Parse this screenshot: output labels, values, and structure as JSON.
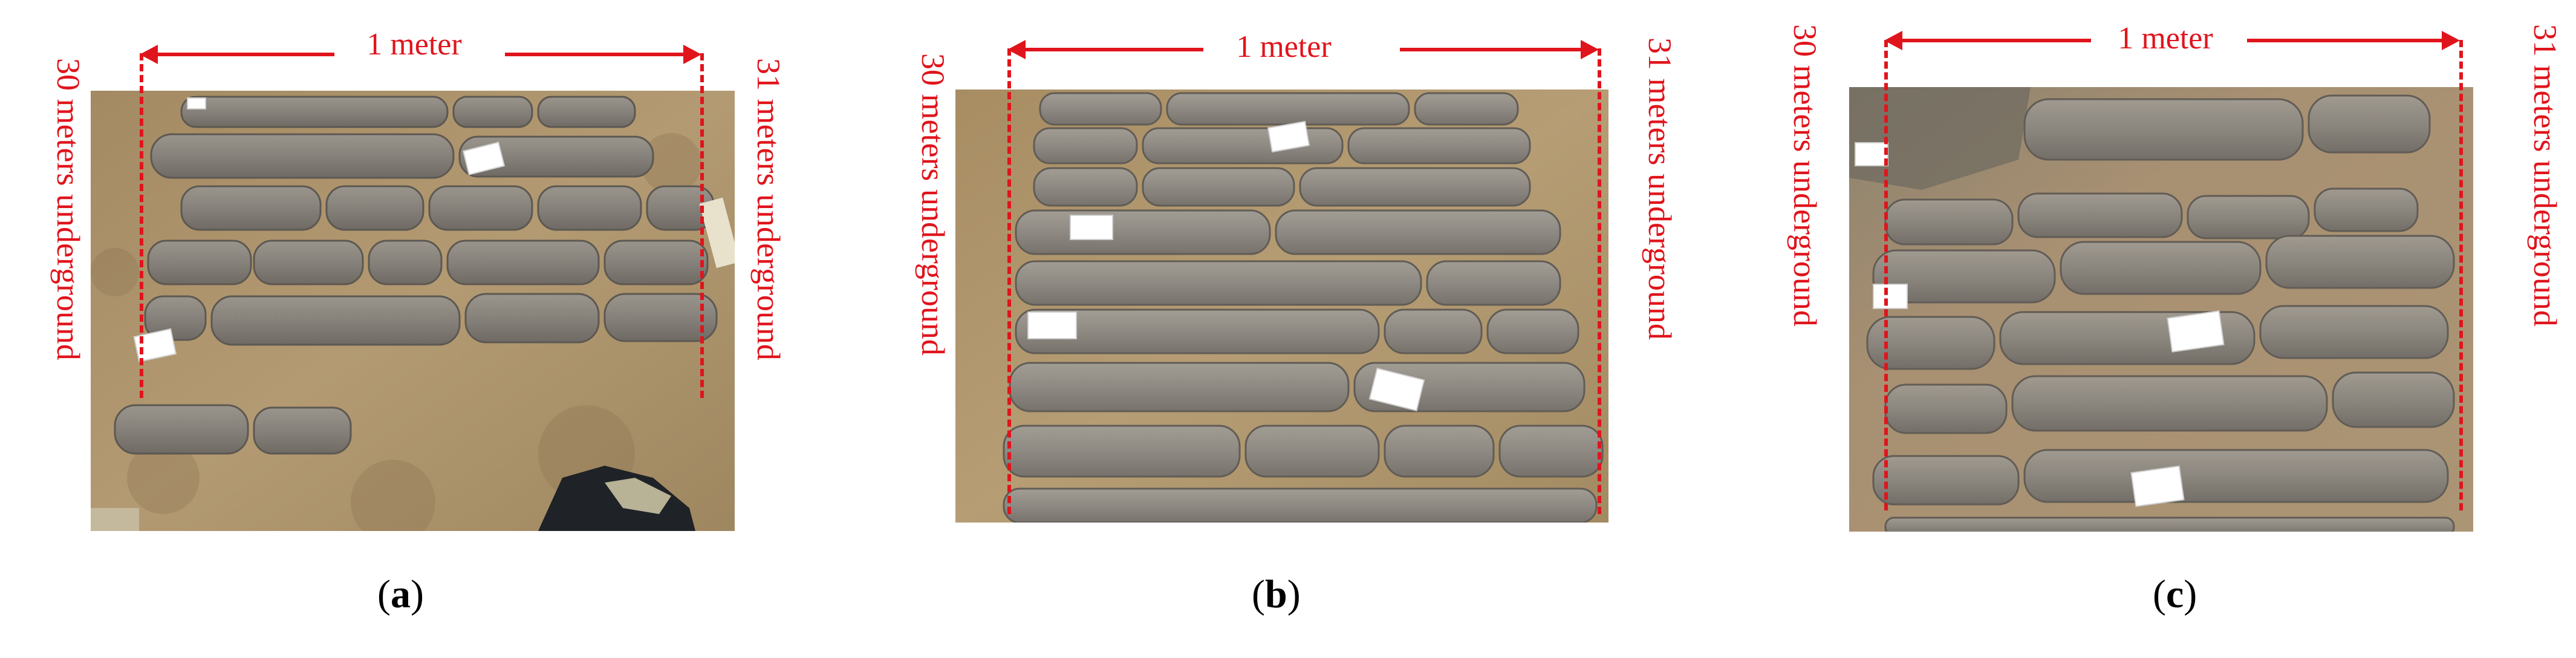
{
  "panels": [
    {
      "id": "a",
      "width_label": "1 meter",
      "left_label": "30 meters underground",
      "right_label": "31 meters underground",
      "caption_open": "(",
      "caption_letter": "a",
      "caption_close": ")"
    },
    {
      "id": "b",
      "width_label": "1 meter",
      "left_label": "30 meters underground",
      "right_label": "31 meters underground",
      "caption_open": "(",
      "caption_letter": "b",
      "caption_close": ")"
    },
    {
      "id": "c",
      "width_label": "1 meter",
      "left_label": "30 meters underground",
      "right_label": "31 meters underground",
      "caption_open": "(",
      "caption_letter": "c",
      "caption_close": ")"
    }
  ],
  "colors": {
    "annotation": "#e0141c",
    "soil": "#a98f68",
    "core": "#8a857c"
  }
}
